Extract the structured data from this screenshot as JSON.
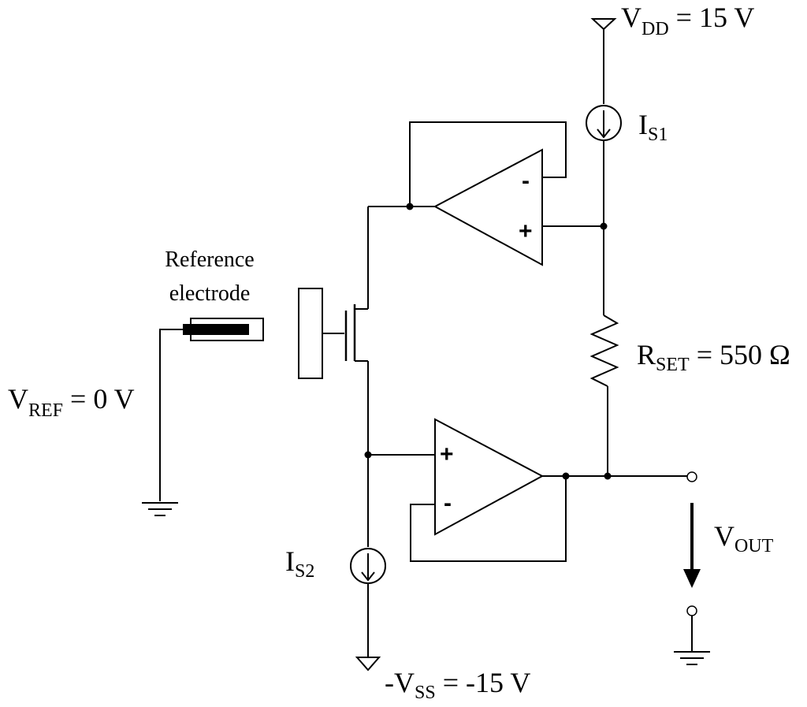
{
  "vdd": {
    "main": "V",
    "sub": "DD",
    "value": " = 15 V"
  },
  "vss": {
    "main": "-V",
    "sub": "SS",
    "value": " = -15 V"
  },
  "vref": {
    "main": "V",
    "sub": "REF",
    "value": " = 0 V"
  },
  "is1": {
    "main": "I",
    "sub": "S1"
  },
  "is2": {
    "main": "I",
    "sub": "S2"
  },
  "rset": {
    "main": "R",
    "sub": "SET",
    "value": " = 550 Ω"
  },
  "vout": {
    "main": "V",
    "sub": "OUT"
  },
  "electrode": {
    "line1": "Reference",
    "line2": "electrode"
  },
  "opamp_top": {
    "minus": "-",
    "plus": "+"
  },
  "opamp_bottom": {
    "plus": "+",
    "minus": "-"
  }
}
